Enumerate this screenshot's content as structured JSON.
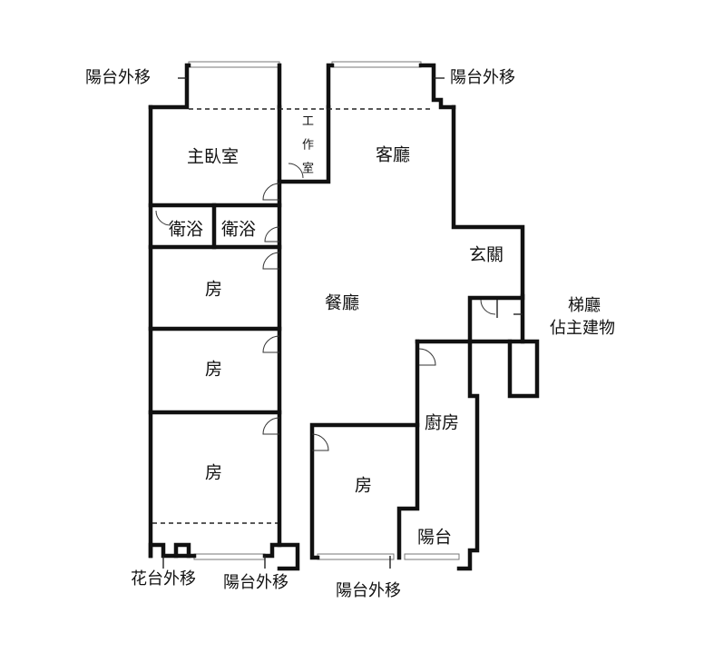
{
  "floor_plan": {
    "rooms": {
      "master_bedroom": "主臥室",
      "study_line1": "工",
      "study_line2": "作",
      "study_line3": "室",
      "living_room": "客廳",
      "bath_1": "衛浴",
      "bath_2": "衛浴",
      "foyer": "玄關",
      "dining_room": "餐廳",
      "bedroom_a": "房",
      "bedroom_b": "房",
      "bedroom_c": "房",
      "bedroom_d": "房",
      "kitchen": "廚房",
      "balcony": "陽台"
    },
    "external_labels": {
      "balcony_moved_top_left": "陽台外移",
      "balcony_moved_top_right": "陽台外移",
      "stairwell_line1": "梯廳",
      "stairwell_line2": "佔主建物",
      "planter_moved": "花台外移",
      "balcony_moved_bottom_left": "陽台外移",
      "balcony_moved_bottom_mid": "陽台外移"
    }
  }
}
